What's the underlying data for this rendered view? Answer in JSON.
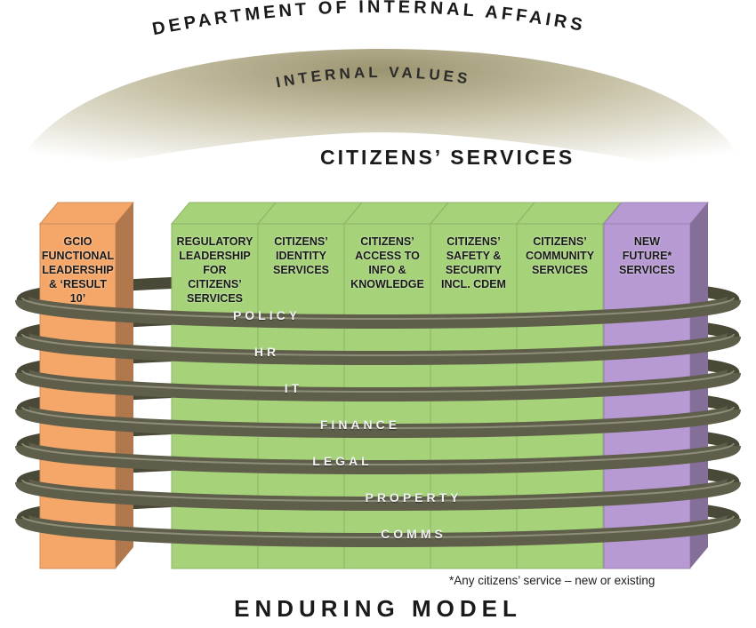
{
  "header": {
    "title": "DEPARTMENT OF INTERNAL AFFAIRS"
  },
  "dome": {
    "label": "INTERNAL VALUES"
  },
  "services_heading": "CITIZENS’ SERVICES",
  "columns": [
    {
      "lines": [
        "GCIO",
        "FUNCTIONAL",
        "LEADERSHIP",
        "& ‘RESULT 10’"
      ],
      "color": "#f5a76a"
    },
    {
      "lines": [
        "REGULATORY",
        "LEADERSHIP",
        "FOR",
        "CITIZENS’",
        "SERVICES"
      ],
      "color": "#a6d27a"
    },
    {
      "lines": [
        "CITIZENS’",
        "IDENTITY",
        "SERVICES"
      ],
      "color": "#a6d27a"
    },
    {
      "lines": [
        "CITIZENS’",
        "ACCESS TO",
        "INFO &",
        "KNOWLEDGE"
      ],
      "color": "#a6d27a"
    },
    {
      "lines": [
        "CITIZENS’",
        "SAFETY &",
        "SECURITY",
        "INCL. CDEM"
      ],
      "color": "#a6d27a"
    },
    {
      "lines": [
        "CITIZENS’",
        "COMMUNITY",
        "SERVICES"
      ],
      "color": "#a6d27a"
    },
    {
      "lines": [
        "NEW",
        "FUTURE*",
        "SERVICES"
      ],
      "color": "#b79ad3"
    }
  ],
  "rings": [
    "POLICY",
    "HR",
    "IT",
    "FINANCE",
    "LEGAL",
    "PROPERTY",
    "COMMS"
  ],
  "footnote": "*Any citizens’ service – new or existing",
  "model_title": "ENDURING MODEL"
}
